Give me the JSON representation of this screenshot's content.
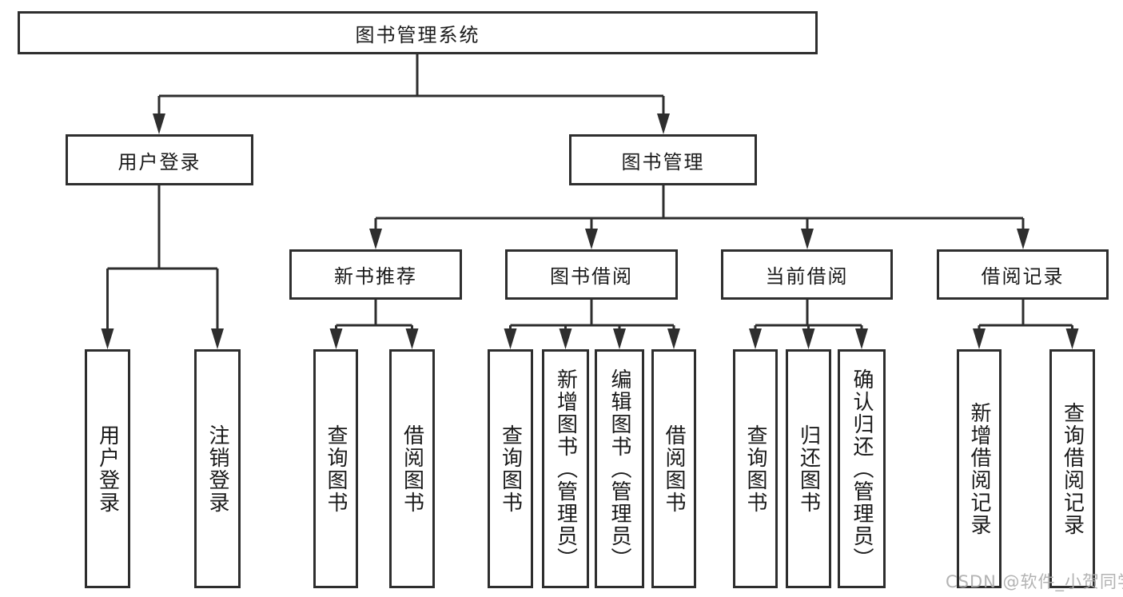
{
  "root": {
    "label": "图书管理系统"
  },
  "branches": [
    {
      "label": "用户登录",
      "children": [
        "用户登录",
        "注销登录"
      ]
    },
    {
      "label": "图书管理",
      "groups": [
        {
          "label": "新书推荐",
          "children": [
            "查询图书",
            "借阅图书"
          ]
        },
        {
          "label": "图书借阅",
          "children": [
            "查询图书",
            "新增图书（管理员）",
            "编辑图书（管理员）",
            "借阅图书"
          ]
        },
        {
          "label": "当前借阅",
          "children": [
            "查询图书",
            "归还图书",
            "确认归还（管理员）"
          ]
        },
        {
          "label": "借阅记录",
          "children": [
            "新增借阅记录",
            "查询借阅记录"
          ]
        }
      ]
    }
  ],
  "watermark": "CSDN @软件_小贺同学",
  "colors": {
    "line": "#2e2e2e",
    "text": "#1a1a1a",
    "watermark": "#acacac",
    "background": "#ffffff"
  }
}
